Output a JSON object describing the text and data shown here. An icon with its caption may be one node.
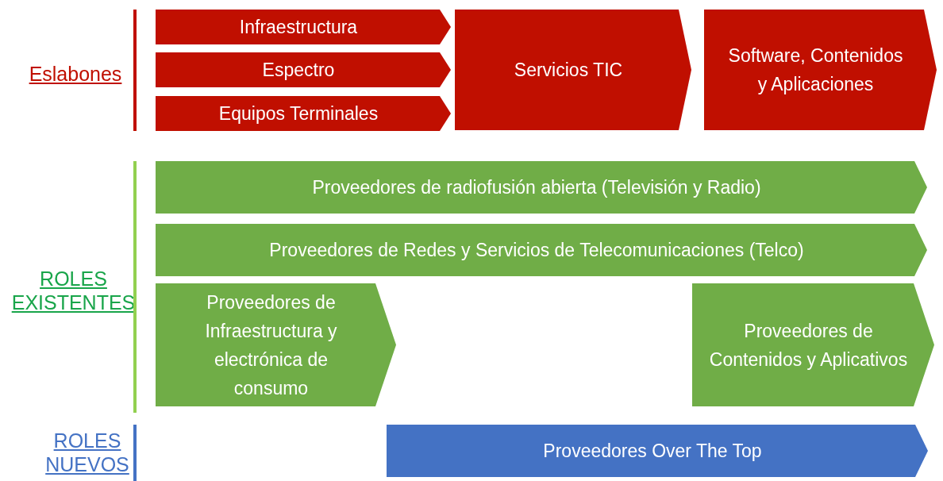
{
  "diagram": {
    "nodes": [
      {
        "text": [
          "Infraestructura"
        ]
      },
      {
        "text": [
          "Espectro"
        ]
      },
      {
        "text": [
          "Equipos Terminales"
        ]
      },
      {
        "text": [
          "Servicios TIC"
        ]
      },
      {
        "text": [
          "Software, Contenidos y Aplicaciones"
        ]
      },
      {
        "text": [
          "Proveedores de radiofusión abierta (Televisión y Radio)"
        ]
      },
      {
        "text": [
          "Proveedores de Redes y Servicios de Telecomunicaciones (Telco)"
        ]
      },
      {
        "text": [
          "Proveedores de Infraestructura y electrónica de consumo"
        ]
      },
      {
        "text": [
          "Proveedores de Contenidos y Aplicativos"
        ]
      },
      {
        "text": [
          "Proveedores Over The Top"
        ]
      }
    ],
    "labels": [
      "Eslabones",
      "ROLES EXISTENTES",
      "ROLES NUEVOS"
    ]
  }
}
